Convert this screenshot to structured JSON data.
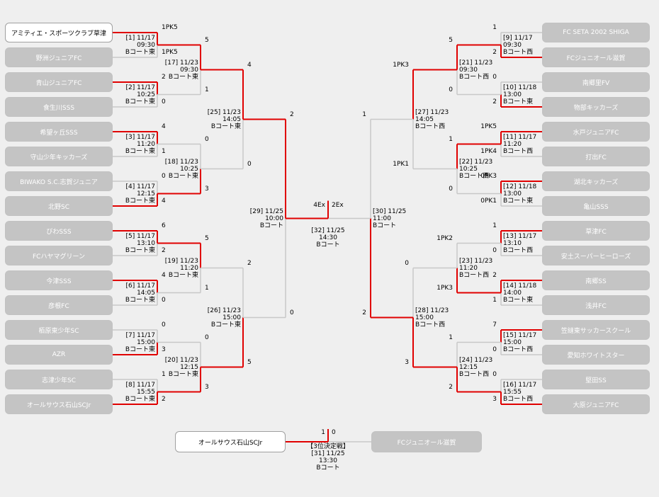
{
  "teams_left": [
    "アミティエ・スポーツクラブ草津",
    "野洲ジュニアFC",
    "青山ジュニアFC",
    "食生川SSS",
    "希望ヶ丘SSS",
    "守山少年キッカーズ",
    "BIWAKO S.C.志賀ジュニア",
    "北野SC",
    "びわSSS",
    "FCハヤマグリーン",
    "今津SSS",
    "彦根FC",
    "栢原東少年SC",
    "AZR",
    "志津少年SC",
    "オールサウス石山SCJr"
  ],
  "teams_right": [
    "FC SETA 2002 SHIGA",
    "FCジュニオール滋賀",
    "南郷里FV",
    "物部キッカーズ",
    "水戸ジュニアFC",
    "打出FC",
    "湖北キッカーズ",
    "亀山SSS",
    "草津FC",
    "安土スーパーヒーローズ",
    "南郷SS",
    "浅井FC",
    "笠縫東サッカースクール",
    "愛知ホワイトスター",
    "堅田SS",
    "大原ジュニアFC"
  ],
  "matches": {
    "m1": [
      "[1] 11/17",
      "09:30",
      "Bコート東"
    ],
    "m2": [
      "[2] 11/17",
      "10:25",
      "Bコート東"
    ],
    "m3": [
      "[3] 11/17",
      "11:20",
      "Bコート東"
    ],
    "m4": [
      "[4] 11/17",
      "12:15",
      "Bコート東"
    ],
    "m5": [
      "[5] 11/17",
      "13:10",
      "Bコート東"
    ],
    "m6": [
      "[6] 11/17",
      "14:05",
      "Bコート東"
    ],
    "m7": [
      "[7] 11/17",
      "15:00",
      "Bコート東"
    ],
    "m8": [
      "[8] 11/17",
      "15:55",
      "Bコート東"
    ],
    "m9": [
      "[9] 11/17",
      "09:30",
      "Bコート西"
    ],
    "m10": [
      "[10] 11/18",
      "13:00",
      "Bコート東"
    ],
    "m11": [
      "[11] 11/17",
      "11:20",
      "Bコート西"
    ],
    "m12": [
      "[12] 11/18",
      "13:00",
      "Bコート東"
    ],
    "m13": [
      "[13] 11/17",
      "13:10",
      "Bコート西"
    ],
    "m14": [
      "[14] 11/18",
      "14:00",
      "Bコート東"
    ],
    "m15": [
      "[15] 11/17",
      "15:00",
      "Bコート西"
    ],
    "m16": [
      "[16] 11/17",
      "15:55",
      "Bコート西"
    ],
    "m17": [
      "[17] 11/23",
      "09:30",
      "Bコート東"
    ],
    "m18": [
      "[18] 11/23",
      "10:25",
      "Bコート東"
    ],
    "m19": [
      "[19] 11/23",
      "11:20",
      "Bコート東"
    ],
    "m20": [
      "[20] 11/23",
      "12:15",
      "Bコート東"
    ],
    "m21": [
      "[21] 11/23",
      "09:30",
      "Bコート西"
    ],
    "m22": [
      "[22] 11/23",
      "10:25",
      "Bコート西"
    ],
    "m23": [
      "[23] 11/23",
      "11:20",
      "Bコート西"
    ],
    "m24": [
      "[24] 11/23",
      "12:15",
      "Bコート西"
    ],
    "m25": [
      "[25] 11/23",
      "14:05",
      "Bコート東"
    ],
    "m26": [
      "[26] 11/23",
      "15:00",
      "Bコート東"
    ],
    "m27": [
      "[27] 11/23",
      "14:05",
      "Bコート西"
    ],
    "m28": [
      "[28] 11/23",
      "15:00",
      "Bコート西"
    ],
    "m29": [
      "[29] 11/25",
      "10:00",
      "Bコート"
    ],
    "m30": [
      "[30] 11/25",
      "11:00",
      "Bコート"
    ],
    "m32": [
      "[32] 11/25",
      "14:30",
      "Bコート"
    ],
    "m31": [
      "【3位決定戦】",
      "[31] 11/25",
      "13:30",
      "Bコート"
    ]
  },
  "scores": {
    "r1_left": [
      [
        "1PK5",
        "1PK5"
      ],
      [
        "2",
        "0"
      ],
      [
        "4",
        "1"
      ],
      [
        "0",
        "4"
      ],
      [
        "6",
        "2"
      ],
      [
        "4",
        "0"
      ],
      [
        "0",
        "3"
      ],
      [
        "1",
        "2"
      ]
    ],
    "r1_right": [
      [
        "1",
        "2"
      ],
      [
        "0",
        "2"
      ],
      [
        "1PK5",
        "1PK4"
      ],
      [
        "0PK3",
        "0PK1"
      ],
      [
        "1",
        "0"
      ],
      [
        "2",
        "1"
      ],
      [
        "7",
        "0"
      ],
      [
        "0",
        "3"
      ]
    ],
    "r2_left": [
      [
        "5",
        "1"
      ],
      [
        "0",
        "3"
      ],
      [
        "5",
        "1"
      ],
      [
        "0",
        "3"
      ]
    ],
    "r2_right": [
      [
        "5",
        "0"
      ],
      [
        "1",
        "0"
      ],
      [
        "1PK2",
        "1PK3"
      ],
      [
        "1",
        "2"
      ]
    ],
    "r3_left": [
      [
        "4",
        "0"
      ],
      [
        "2",
        "5"
      ]
    ],
    "r3_right": [
      [
        "1PK3",
        "1PK1"
      ],
      [
        "0",
        "3"
      ]
    ],
    "semi_left": [
      "2",
      "0"
    ],
    "semi_right": [
      "1",
      "2"
    ],
    "final": [
      "4Ex",
      "2Ex"
    ],
    "third": [
      "1",
      "0"
    ]
  },
  "third_place": {
    "left_team": "オールサウス石山SCJr",
    "right_team": "FCジュニオール滋賀"
  },
  "colors": {
    "winner_line": "#e00000",
    "loser_line": "#c8c8c8",
    "team_box": "#c4c4c4",
    "winner_box": "#ffffff"
  }
}
